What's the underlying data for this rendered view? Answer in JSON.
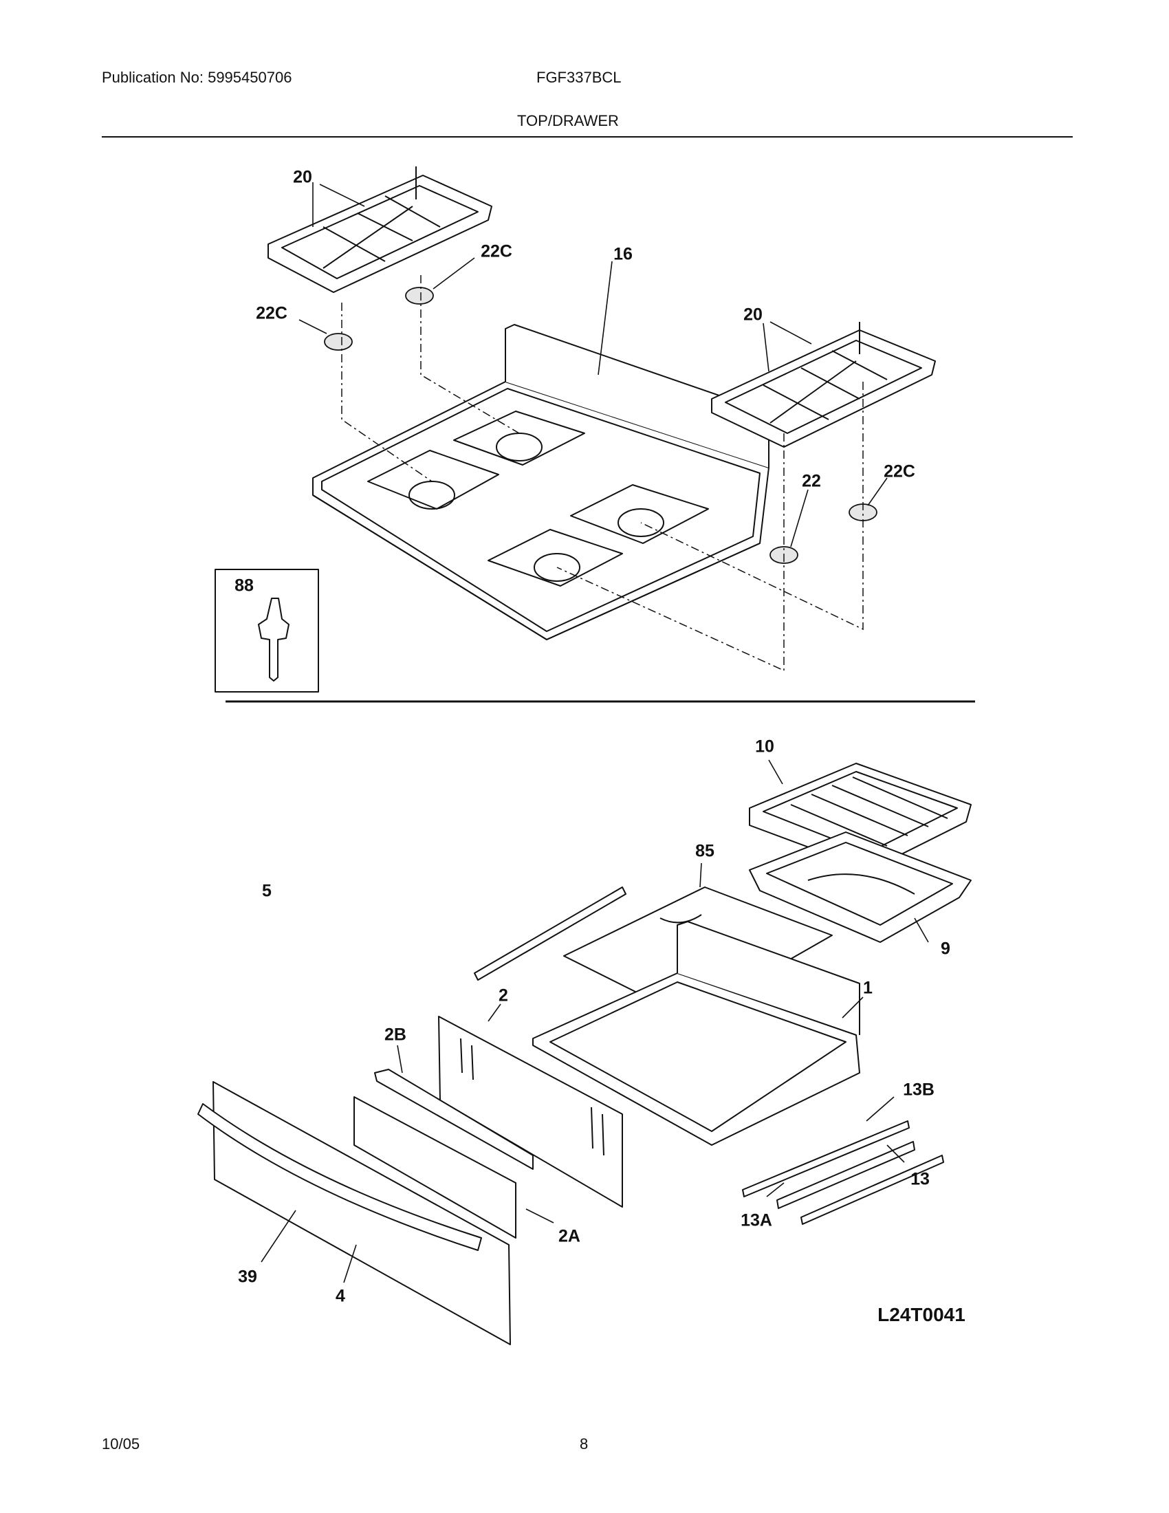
{
  "header": {
    "publication": "Publication No: 5995450706",
    "model": "FGF337BCL",
    "section": "TOP/DRAWER"
  },
  "diagram": {
    "part_labels": [
      "20",
      "22C",
      "22C",
      "16",
      "20",
      "22",
      "22C",
      "88",
      "10",
      "85",
      "5",
      "9",
      "1",
      "2",
      "2B",
      "13B",
      "13",
      "2A",
      "13A",
      "39",
      "4"
    ],
    "drawing_code": "L24T0041"
  },
  "footer": {
    "date": "10/05",
    "page": "8"
  }
}
